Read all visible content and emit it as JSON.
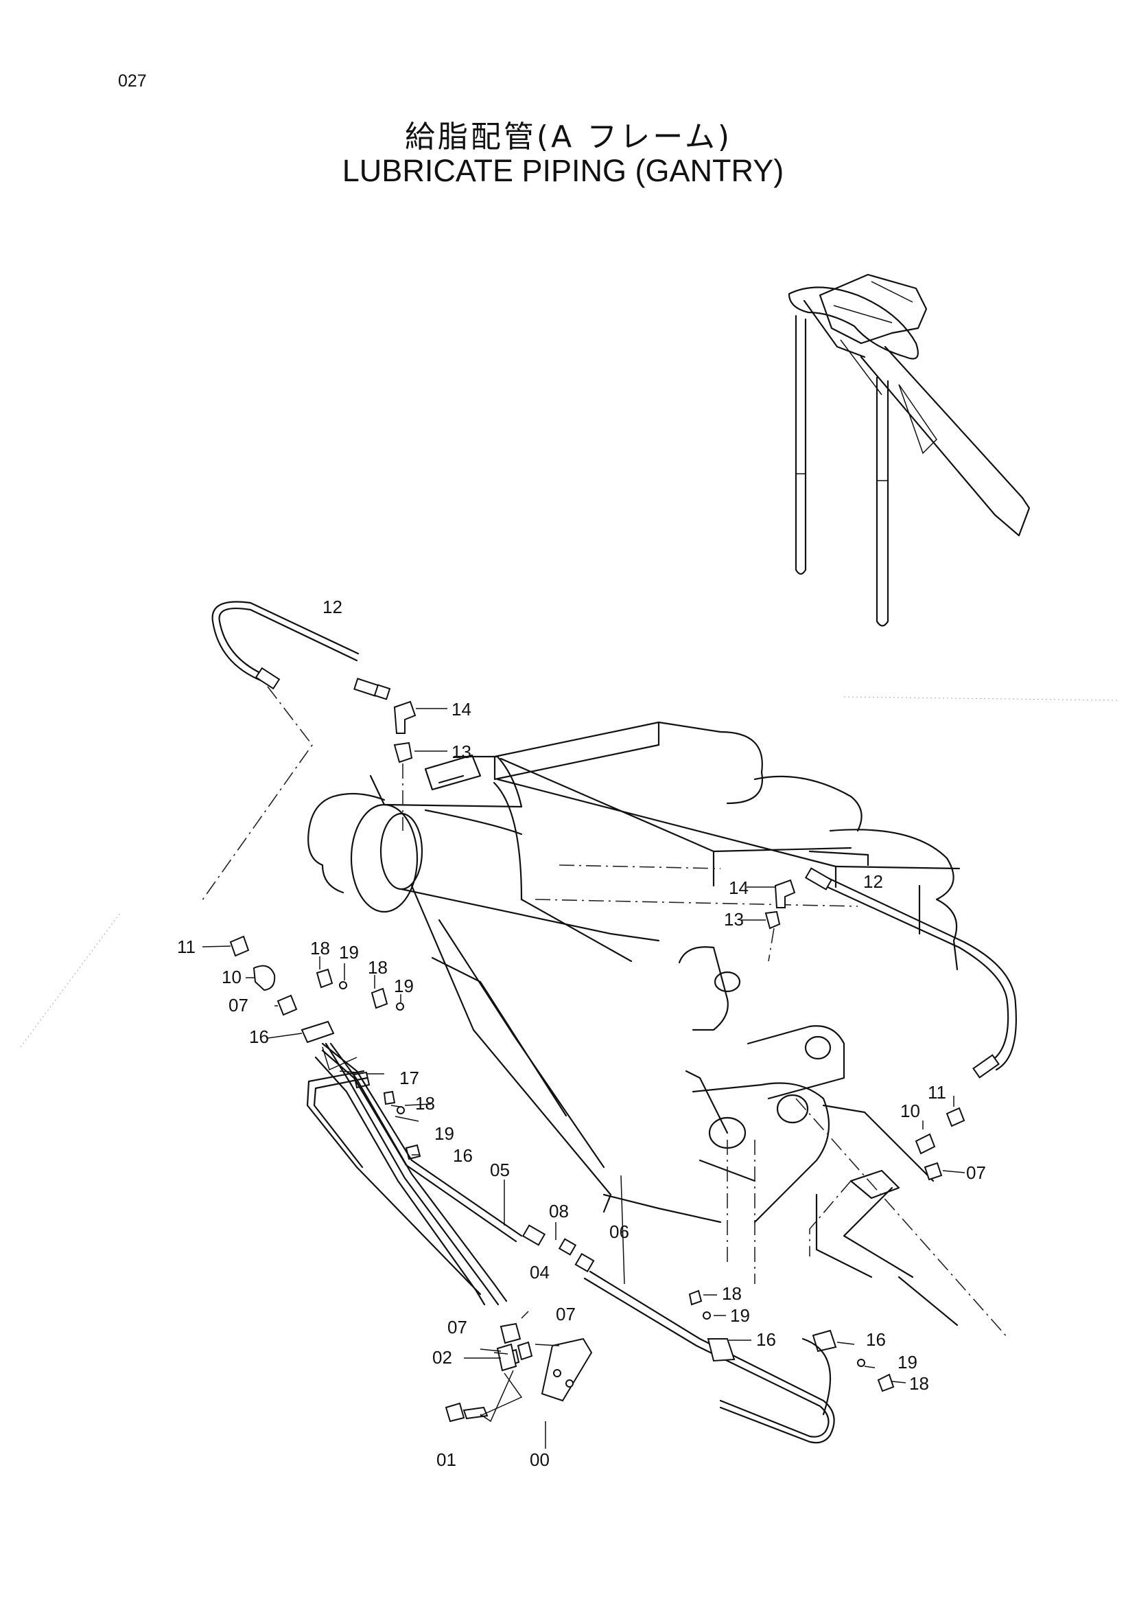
{
  "page": {
    "number": "027",
    "title_jp": "給脂配管(A フレーム)",
    "title_en": "LUBRICATE PIPING (GANTRY)"
  },
  "callouts": {
    "c12a": "12",
    "c14a": "14",
    "c13a": "13",
    "c14b": "14",
    "c12b": "12",
    "c13b": "13",
    "c11a": "11",
    "c10a": "10",
    "c07a": "07",
    "c18a": "18",
    "c19a": "19",
    "c18b": "18",
    "c19b": "19",
    "c16a": "16",
    "c17": "17",
    "c18c": "18",
    "c19c": "19",
    "c16b": "16",
    "c05": "05",
    "c08": "08",
    "c06": "06",
    "c04": "04",
    "c07b": "07",
    "c07c": "07",
    "c02": "02",
    "c01": "01",
    "c00": "00",
    "c18d": "18",
    "c19d": "19",
    "c16c": "16",
    "c16d": "16",
    "c19e": "19",
    "c18e": "18",
    "c10b": "10",
    "c11b": "11",
    "c07d": "07"
  }
}
